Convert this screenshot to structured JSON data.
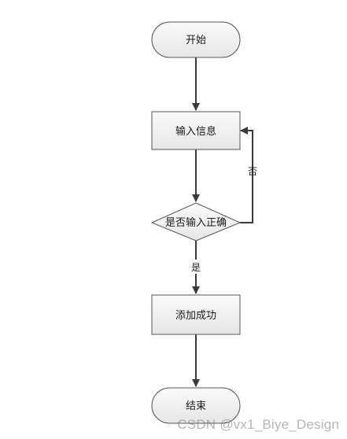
{
  "flowchart": {
    "nodes": [
      {
        "id": "start",
        "shape": "terminator",
        "label": "开始"
      },
      {
        "id": "input",
        "shape": "process",
        "label": "输入信息"
      },
      {
        "id": "check",
        "shape": "decision",
        "label": "是否输入正确"
      },
      {
        "id": "success",
        "shape": "process",
        "label": "添加成功"
      },
      {
        "id": "end",
        "shape": "terminator",
        "label": "结束"
      }
    ],
    "edges": [
      {
        "from": "start",
        "to": "input",
        "label": ""
      },
      {
        "from": "input",
        "to": "check",
        "label": ""
      },
      {
        "from": "check",
        "to": "success",
        "label": "是"
      },
      {
        "from": "check",
        "to": "input",
        "label": "否"
      },
      {
        "from": "success",
        "to": "end",
        "label": ""
      }
    ]
  },
  "watermark": "CSDN @vx1_Biye_Design",
  "colors": {
    "node_fill_top": "#fafafa",
    "node_fill_bottom": "#e8e8e8",
    "node_stroke": "#555555",
    "edge": "#3a3a3a"
  }
}
